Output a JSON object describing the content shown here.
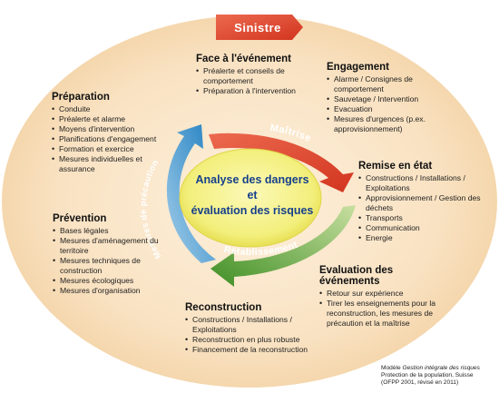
{
  "sinistre": "Sinistre",
  "center": {
    "line1": "Analyse des dangers",
    "line2": "et",
    "line3": "évaluation des risques"
  },
  "arcs": {
    "maitrise": "Maîtrise",
    "retablissement": "Rétablissement",
    "precaution": "Mesures de précaution"
  },
  "colors": {
    "sinistre": "#e8462f",
    "maitrise": "#e2452e",
    "retablissement": "#4c9b2e",
    "precaution": "#2f8fcc",
    "ellipse": "#f8dfbd",
    "center": "#f3f08c",
    "center_text": "#17408b"
  },
  "blocks": {
    "face": {
      "title": "Face à l'événement",
      "items": [
        "Préalerte et conseils de comportement",
        "Préparation à l'intervention"
      ]
    },
    "engagement": {
      "title": "Engagement",
      "items": [
        "Alarme / Consignes de comportement",
        "Sauvetage / Intervention",
        "Evacuation",
        "Mesures d'urgences (p.ex. approvisionnement)"
      ]
    },
    "remise": {
      "title": "Remise en état",
      "items": [
        "Constructions / Installations / Exploitations",
        "Approvisionnement / Gestion des déchets",
        "Transports",
        "Communication",
        "Energie"
      ]
    },
    "evaluation": {
      "title": "Evaluation des événements",
      "items": [
        "Retour sur expérience",
        "Tirer les enseignements pour la reconstruction, les mesures de précaution et la maîtrise"
      ]
    },
    "reconstruction": {
      "title": "Reconstruction",
      "items": [
        "Constructions / Installations / Exploitations",
        "Reconstruction en plus robuste",
        "Financement de la reconstruction"
      ]
    },
    "prevention": {
      "title": "Prévention",
      "items": [
        "Bases légales",
        "Mesures d'aménagement du territoire",
        "Mesures techniques de construction",
        "Mesures écologiques",
        "Mesures d'organisation"
      ]
    },
    "preparation": {
      "title": "Préparation",
      "items": [
        "Conduite",
        "Préalerte et alarme",
        "Moyens d'intervention",
        "Planifications d'engagement",
        "Formation et exercice",
        "Mesures individuelles et assurance"
      ]
    }
  },
  "caption": {
    "line1_prefix": "Modèle ",
    "line1_italic": "Gestion intégrale des risques",
    "line2": "Protection de la population, Suisse",
    "line3": "(OFPP 2001, révisé en 2011)"
  }
}
